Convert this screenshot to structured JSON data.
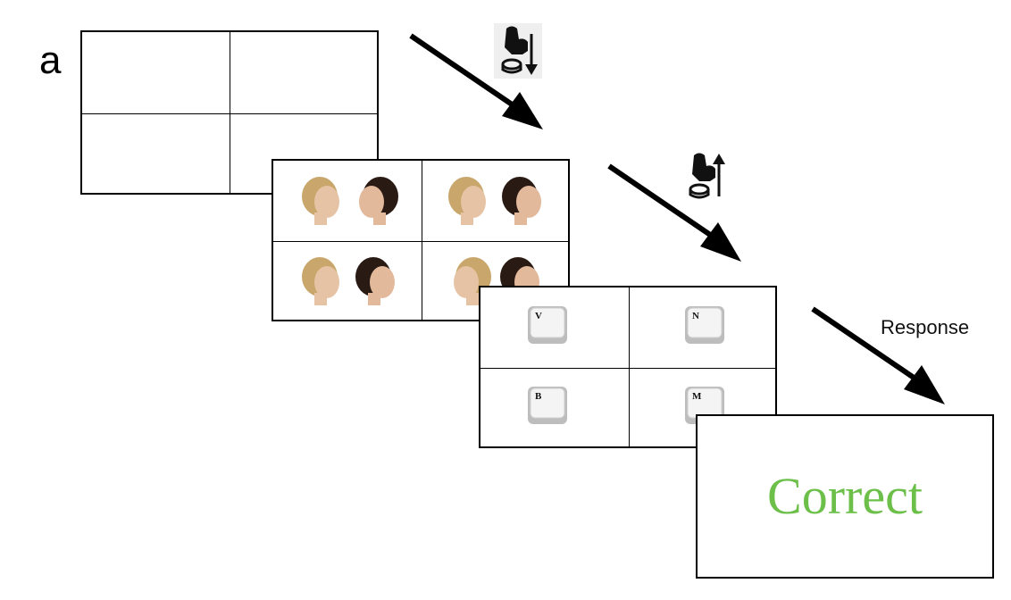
{
  "panel_label": "a",
  "response_label": "Response",
  "feedback": {
    "text": "Correct",
    "color": "#6cc04a"
  },
  "keys": [
    {
      "letter": "V"
    },
    {
      "letter": "N"
    },
    {
      "letter": "B"
    },
    {
      "letter": "M"
    }
  ],
  "icons": [
    "hand-press-down-icon",
    "hand-release-up-icon"
  ]
}
